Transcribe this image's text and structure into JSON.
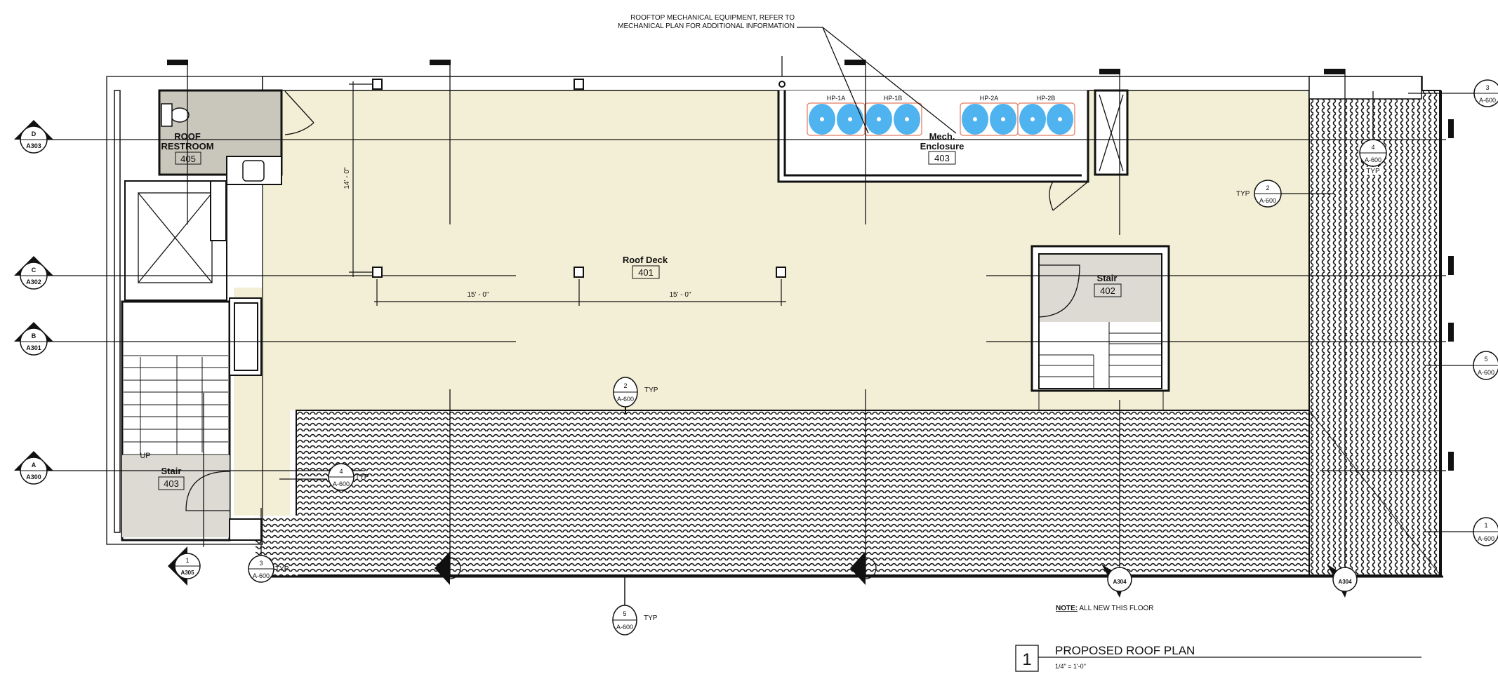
{
  "title": {
    "number": "1",
    "name": "PROPOSED ROOF PLAN",
    "scale": "1/4\" = 1'-0\""
  },
  "note": {
    "label": "NOTE:",
    "text": " ALL NEW THIS FLOOR"
  },
  "leader_note": {
    "line1": "ROOFTOP MECHANICAL EQUIPMENT, REFER TO",
    "line2": "MECHANICAL PLAN FOR ADDITIONAL INFORMATION"
  },
  "rooms": {
    "restroom": {
      "name1": "ROOF",
      "name2": "RESTROOM",
      "number": "405"
    },
    "deck": {
      "name": "Roof Deck",
      "number": "401"
    },
    "mech": {
      "name1": "Mech.",
      "name2": "Enclosure",
      "number": "403"
    },
    "stair_east": {
      "name": "Stair",
      "number": "402"
    },
    "stair_west": {
      "name": "Stair",
      "number": "403",
      "up": "UP"
    }
  },
  "equipment": [
    "HP-1A",
    "HP-1B",
    "HP-2A",
    "HP-2B"
  ],
  "dimensions": {
    "span1": "15' - 0\"",
    "span2": "15' - 0\"",
    "vertical": "14' - 0\""
  },
  "grids": [
    {
      "id": "D",
      "sheet": "A303"
    },
    {
      "id": "C",
      "sheet": "A302"
    },
    {
      "id": "B",
      "sheet": "A301"
    },
    {
      "id": "A",
      "sheet": "A300"
    }
  ],
  "sections": [
    {
      "id": "1",
      "sheet": "A305"
    },
    {
      "sheet": "A304"
    },
    {
      "sheet": "A304"
    }
  ],
  "details": [
    {
      "num": "2",
      "sheet": "A-600",
      "tag": "TYP"
    },
    {
      "num": "5",
      "sheet": "A-600",
      "tag": "TYP"
    },
    {
      "num": "4",
      "sheet": "A-600",
      "tag": "TYP"
    },
    {
      "num": "3",
      "sheet": "A-600",
      "tag": "TYP"
    },
    {
      "num": "2",
      "sheet": "A-600",
      "tag": "TYP"
    },
    {
      "num": "4",
      "sheet": "A-600",
      "tag": "TYP"
    },
    {
      "num": "3",
      "sheet": "A-600"
    },
    {
      "num": "5",
      "sheet": "A-600"
    },
    {
      "num": "1",
      "sheet": "A-600"
    }
  ],
  "colors": {
    "deck": "#f3efd6",
    "room_shade": "#c9c6bb",
    "stair_shade": "#dcdad3",
    "equipment": "#4fb3ef",
    "equipment_outline": "#e07a5f"
  }
}
